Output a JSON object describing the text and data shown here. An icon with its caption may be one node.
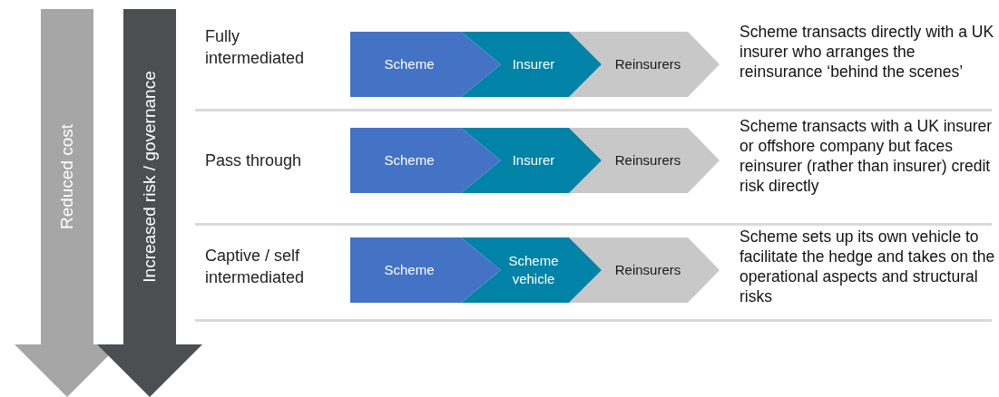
{
  "diagram": {
    "nodes": [
      {
        "text": [
          "Reduced cost"
        ]
      },
      {
        "text": [
          "Increased risk / governance"
        ]
      },
      {
        "text": [
          "Scheme"
        ]
      },
      {
        "text": [
          "Insurer"
        ]
      },
      {
        "text": [
          "Reinsurers"
        ]
      },
      {
        "text": [
          "Scheme"
        ]
      },
      {
        "text": [
          "Insurer"
        ]
      },
      {
        "text": [
          "Reinsurers"
        ]
      },
      {
        "text": [
          "Scheme"
        ]
      },
      {
        "text": [
          "Scheme vehicle"
        ]
      },
      {
        "text": [
          "Reinsurers"
        ]
      }
    ],
    "labels": [
      "Fully intermediated",
      "Scheme transacts directly with a UK insurer who arranges the reinsurance ‘behind the scenes’",
      "Pass through",
      "Scheme transacts with a UK insurer or offshore company but faces reinsurer (rather than insurer) credit risk directly",
      "Captive / self intermediated",
      "Scheme sets up its own vehicle to facilitate the hedge and takes on the operational aspects and structural risks"
    ]
  }
}
